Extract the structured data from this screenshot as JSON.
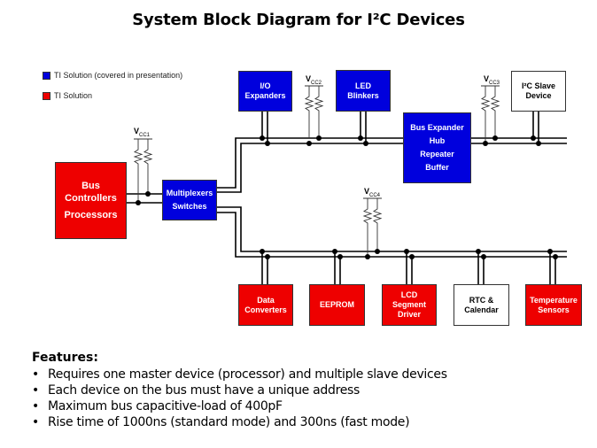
{
  "title": "System Block Diagram for I²C Devices",
  "legend": [
    {
      "label": "TI Solution (covered in presentation)",
      "color": "#0000dd"
    },
    {
      "label": "TI Solution",
      "color": "#ee0000"
    }
  ],
  "vcc_labels": {
    "vcc1": {
      "main": "V",
      "sub": "CC1"
    },
    "vcc2": {
      "main": "V",
      "sub": "CC2"
    },
    "vcc3": {
      "main": "V",
      "sub": "CC3"
    },
    "vcc4": {
      "main": "V",
      "sub": "CC4"
    }
  },
  "blocks": {
    "bus_controllers": {
      "lines": [
        "Bus",
        "Controllers",
        "Processors"
      ],
      "color": "red"
    },
    "multiplexers": {
      "lines": [
        "Multiplexers",
        "Switches"
      ],
      "color": "blue"
    },
    "io_expanders": {
      "lines": [
        "I/O",
        "Expanders"
      ],
      "color": "blue"
    },
    "led_blinkers": {
      "lines": [
        "LED",
        "Blinkers"
      ],
      "color": "blue"
    },
    "bus_expander": {
      "lines": [
        "Bus Expander",
        "Hub",
        "Repeater",
        "Buffer"
      ],
      "color": "blue"
    },
    "i2c_slave": {
      "lines": [
        "I²C Slave",
        "Device"
      ],
      "color": "white"
    },
    "data_converters": {
      "lines": [
        "Data",
        "Converters"
      ],
      "color": "red"
    },
    "eeprom": {
      "lines": [
        "EEPROM"
      ],
      "color": "red"
    },
    "lcd_driver": {
      "lines": [
        "LCD",
        "Segment",
        "Driver"
      ],
      "color": "red"
    },
    "rtc": {
      "lines": [
        "RTC &",
        "Calendar"
      ],
      "color": "white"
    },
    "temp_sensors": {
      "lines": [
        "Temperature",
        "Sensors"
      ],
      "color": "red"
    }
  },
  "features": {
    "heading": "Features:",
    "bullet": "•",
    "items": [
      "Requires one master device (processor) and multiple slave devices",
      "Each device on the bus must have a unique address",
      "Maximum bus capacitive-load of 400pF",
      "Rise time of 1000ns (standard mode) and 300ns (fast mode)"
    ]
  }
}
